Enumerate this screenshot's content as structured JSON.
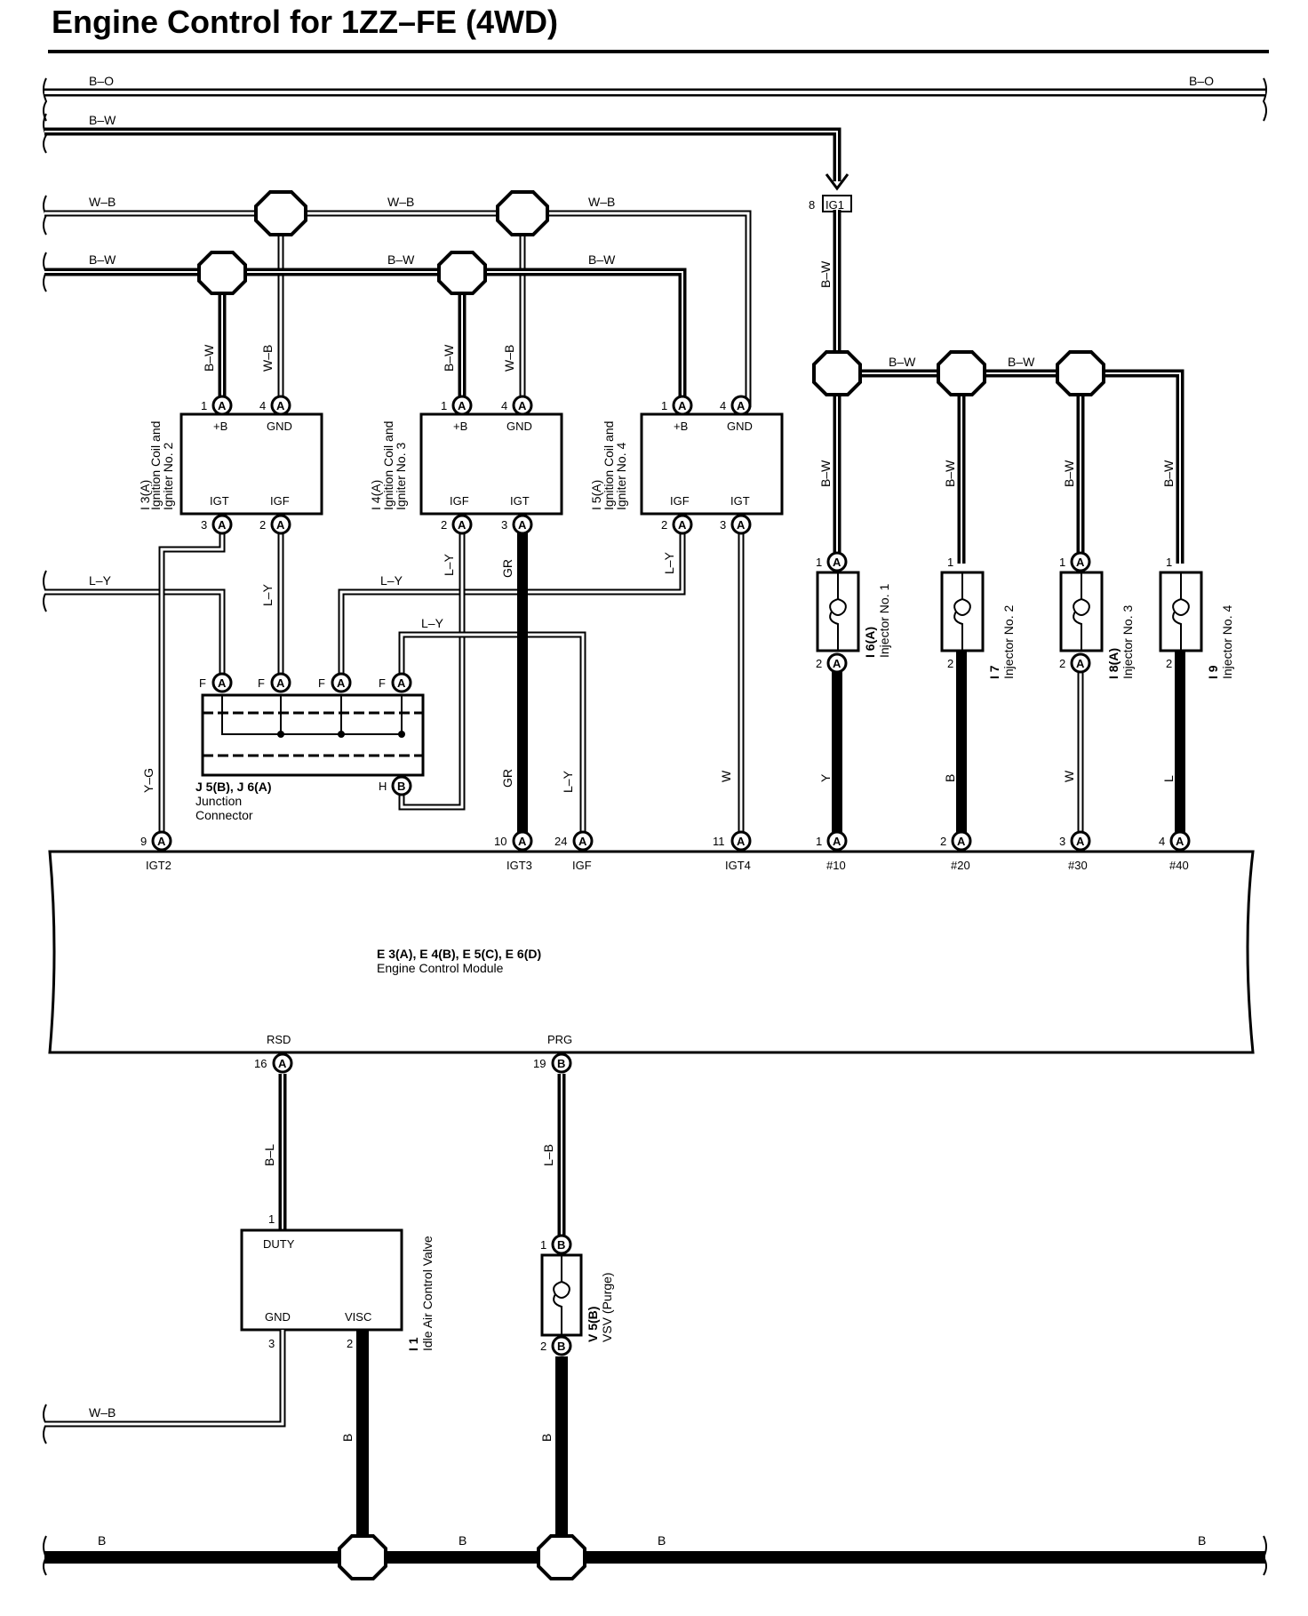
{
  "title": "Engine Control for 1ZZ–FE (4WD)",
  "wires": {
    "bo": "B–O",
    "bw": "B–W",
    "wb": "W–B",
    "ly": "L–Y",
    "gr": "GR",
    "w": "W",
    "yg": "Y–G",
    "y": "Y",
    "b": "B",
    "l": "L",
    "bl": "B–L",
    "lb": "L–B"
  },
  "components": {
    "ig_terminal": "IG1",
    "coil2": {
      "code": "I 3(A)",
      "name_1": "Ignition Coil and",
      "name_2": "Igniter No. 2",
      "pins": [
        "+B",
        "GND",
        "IGT",
        "IGF"
      ]
    },
    "coil3": {
      "code": "I 4(A)",
      "name_1": "Ignition Coil and",
      "name_2": "Igniter No. 3",
      "pins": [
        "+B",
        "GND",
        "IGF",
        "IGT"
      ]
    },
    "coil4": {
      "code": "I 5(A)",
      "name_1": "Ignition Coil and",
      "name_2": "Igniter No. 4",
      "pins": [
        "+B",
        "GND",
        "IGF",
        "IGT"
      ]
    },
    "junction": {
      "code": "J 5(B), J 6(A)",
      "name_1": "Junction",
      "name_2": "Connector"
    },
    "inj1": {
      "code": "I 6(A)",
      "name": "Injector No. 1"
    },
    "inj2": {
      "code": "I 7",
      "name": "Injector No. 2"
    },
    "inj3": {
      "code": "I 8(A)",
      "name": "Injector No. 3"
    },
    "inj4": {
      "code": "I 9",
      "name": "Injector No. 4"
    },
    "ecm": {
      "code": "E 3(A), E 4(B), E 5(C), E 6(D)",
      "name": "Engine Control Module"
    },
    "iacv": {
      "code": "I 1",
      "name": "Idle Air Control Valve",
      "pins": [
        "DUTY",
        "GND",
        "VISC"
      ]
    },
    "vsv": {
      "code": "V 5(B)",
      "name": "VSV (Purge)"
    }
  },
  "ecm_terminals": [
    "IGT2",
    "IGT3",
    "IGF",
    "IGT4",
    "#10",
    "#20",
    "#30",
    "#40",
    "RSD",
    "PRG"
  ],
  "pin_numbers": {
    "n1": "1",
    "n2": "2",
    "n3": "3",
    "n4": "4",
    "n8": "8",
    "n9": "9",
    "n10": "10",
    "n11": "11",
    "n16": "16",
    "n19": "19",
    "n24": "24",
    "f": "F",
    "h": "H"
  }
}
